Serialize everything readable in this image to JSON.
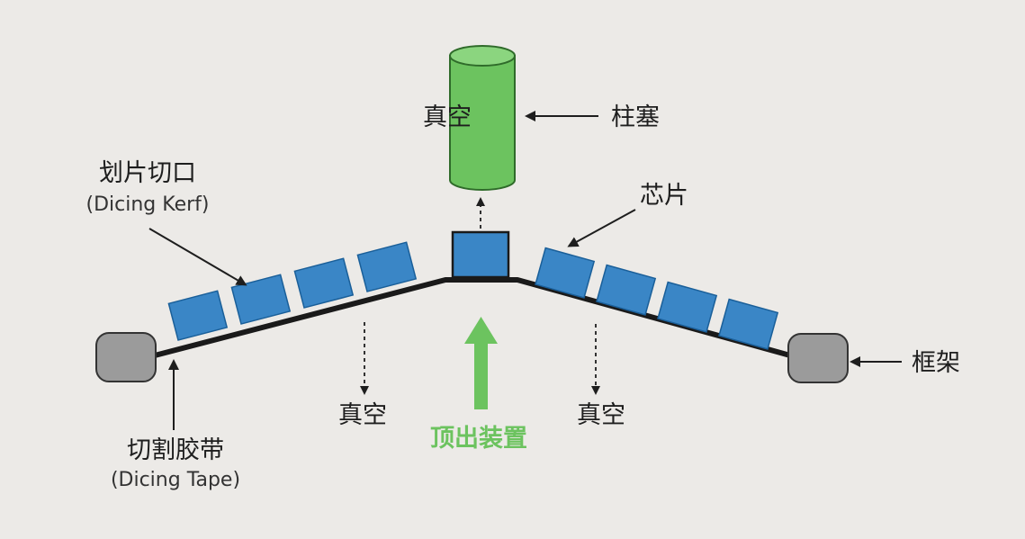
{
  "labels": {
    "vacuum_top": "真空",
    "plunger": "柱塞",
    "kerf_cn": "划片切口",
    "kerf_en": "(Dicing Kerf)",
    "chip": "芯片",
    "frame": "框架",
    "tape_cn": "切割胶带",
    "tape_en": "(Dicing Tape)",
    "vacuum_left": "真空",
    "vacuum_right": "真空",
    "ejector": "顶出装置"
  },
  "colors": {
    "chip_fill": "#3a86c6",
    "chip_stroke": "#1a5f99",
    "plunger_fill": "#6cc35f",
    "plunger_stroke": "#2f6b2a",
    "frame_fill": "#9b9b9b",
    "tape": "#1a1a1a",
    "ejector_arrow": "#6cc35f",
    "background": "#eceae7"
  }
}
